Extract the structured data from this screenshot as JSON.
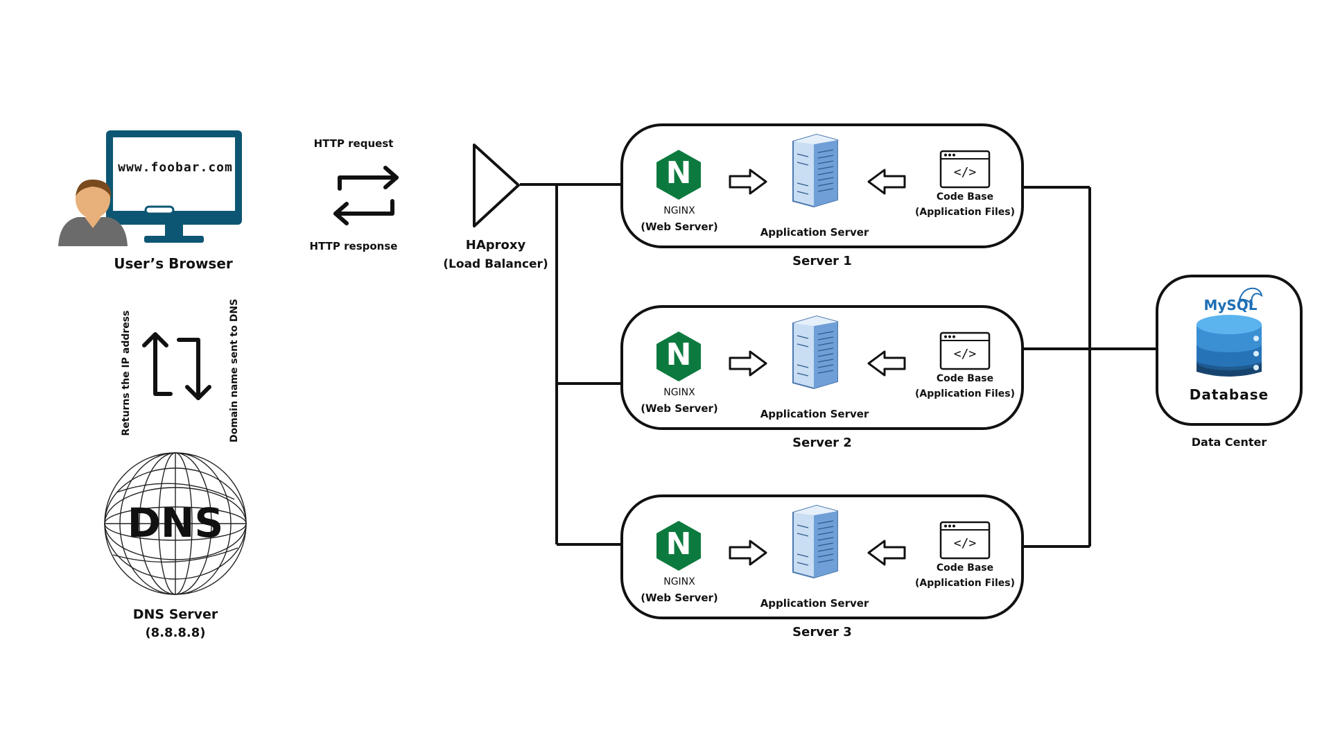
{
  "client": {
    "url": "www.foobar.com",
    "label": "User’s Browser"
  },
  "http": {
    "request": "HTTP request",
    "response": "HTTP response"
  },
  "dns": {
    "returns_ip": "Returns the IP address",
    "domain_sent": "Domain name sent to DNS",
    "globe_text": "DNS",
    "label": "DNS Server",
    "ip": "(8.8.8.8)"
  },
  "load_balancer": {
    "name": "HAproxy",
    "role": "(Load Balancer)"
  },
  "servers": [
    {
      "name": "Server 1",
      "nginx_logo": "N",
      "web_name": "NGINX",
      "web_role": "(Web Server)",
      "app_label": "Application Server",
      "code_name": "Code Base",
      "code_role": "(Application Files)",
      "code_glyph": "</>"
    },
    {
      "name": "Server 2",
      "nginx_logo": "N",
      "web_name": "NGINX",
      "web_role": "(Web Server)",
      "app_label": "Application Server",
      "code_name": "Code Base",
      "code_role": "(Application Files)",
      "code_glyph": "</>"
    },
    {
      "name": "Server 3",
      "nginx_logo": "N",
      "web_name": "NGINX",
      "web_role": "(Web Server)",
      "app_label": "Application Server",
      "code_name": "Code Base",
      "code_role": "(Application Files)",
      "code_glyph": "</>"
    }
  ],
  "database": {
    "logo": "MySQL",
    "label": "Database",
    "location": "Data Center"
  },
  "colors": {
    "monitor": "#0d5673",
    "nginx": "#0c7a3e",
    "mysql_blue": "#1e6fb5",
    "mysql_orange": "#e48e00",
    "db_top": "#4aa8e8",
    "db_mid": "#2673b8",
    "db_bottom": "#17446e",
    "rack": "#6f9fd6"
  }
}
